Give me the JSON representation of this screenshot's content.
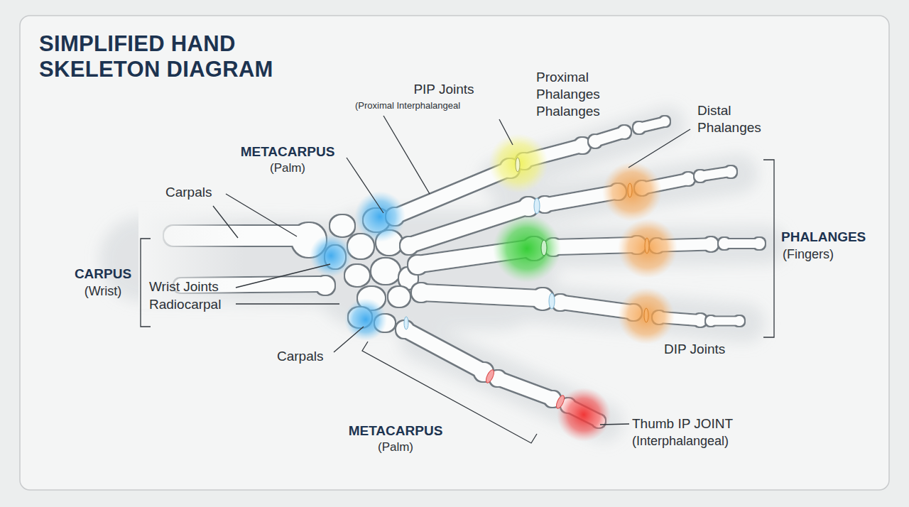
{
  "diagram": {
    "title": "SIMPLIFIED HAND SKELETON DIAGRAM",
    "labels": [
      "PIP Joints",
      "(Proximal Interphalangeal",
      "Proximal Phalanges Phalanges",
      "Distal Phalanges",
      "METACARPUS",
      "(Palm)",
      "Carpals",
      "PHALANGES",
      "(Fingers)",
      "CARPUS",
      "(Wrist)",
      "Wrist Joints",
      "Radiocarpal",
      "Carpals",
      "DIP Joints",
      "METACARPUS",
      "(Palm)",
      "Thumb IP JOINT",
      "(Interphalangeal)"
    ]
  }
}
